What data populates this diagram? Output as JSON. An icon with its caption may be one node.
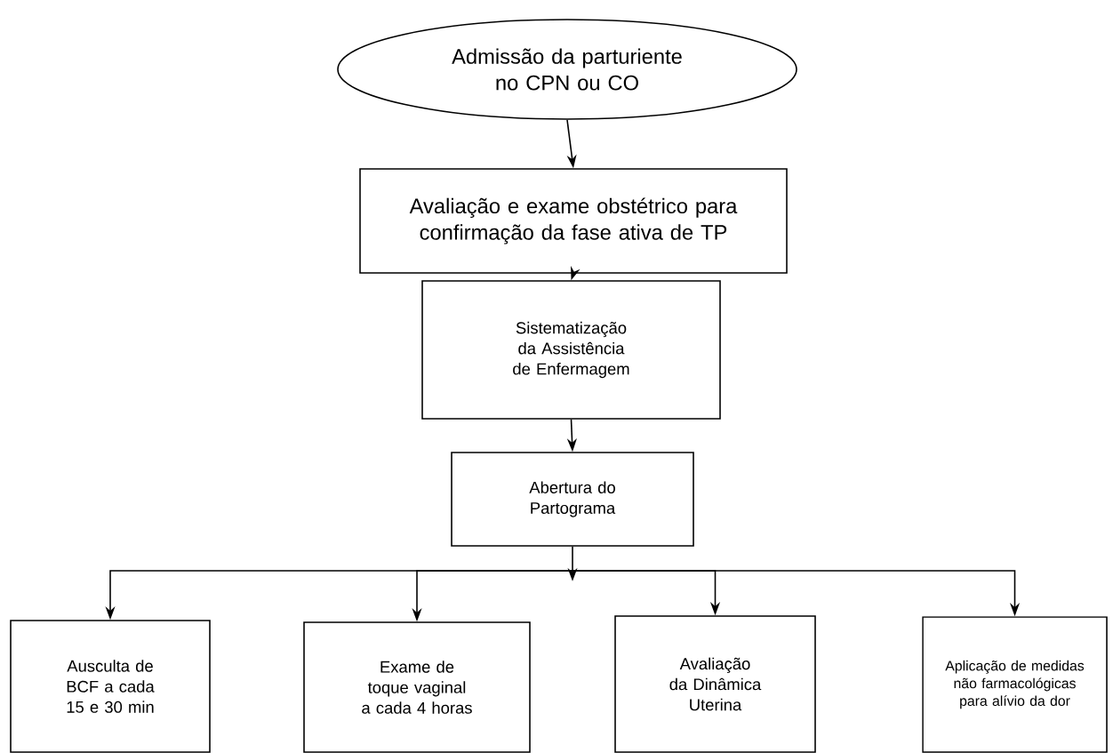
{
  "diagram": {
    "nodes": [
      {
        "text": [
          "Admissão da parturiente no CPN ou CO"
        ]
      },
      {
        "text": [
          "Avaliação e exame obstétrico para confirmação da fase ativa de TP"
        ]
      },
      {
        "text": [
          "Sistematização da Assistência de Enfermagem"
        ]
      },
      {
        "text": [
          "Abertura do Partograma"
        ]
      },
      {
        "text": [
          "Ausculta de BCF a cada 15 e 30 min"
        ]
      },
      {
        "text": [
          "Exame de toque vaginal a cada 4 horas"
        ]
      },
      {
        "text": [
          "Avaliação da Dinâmica Uterina"
        ]
      },
      {
        "text": [
          "Aplicação de medidas não farmacológicas para alívio da dor"
        ]
      }
    ],
    "edges": [
      {
        "from": 0,
        "to": 1,
        "arrow": "to"
      },
      {
        "from": 1,
        "to": 2,
        "arrow": "to"
      },
      {
        "from": 2,
        "to": 3,
        "arrow": "to"
      },
      {
        "from": 3,
        "to": 4,
        "arrow": "to"
      },
      {
        "from": 3,
        "to": 5,
        "arrow": "to"
      },
      {
        "from": 3,
        "to": 6,
        "arrow": "to"
      },
      {
        "from": 3,
        "to": 7,
        "arrow": "to"
      }
    ]
  }
}
